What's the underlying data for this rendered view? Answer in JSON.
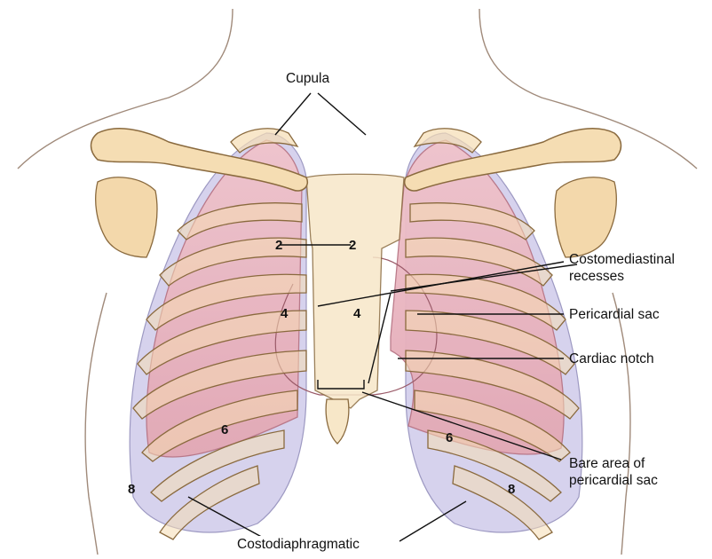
{
  "labels": {
    "cupula": "Cupula",
    "costomediastinal_line1": "Costomediastinal",
    "costomediastinal_line2": "recesses",
    "pericardial_sac": "Pericardial sac",
    "cardiac_notch": "Cardiac notch",
    "bare_area_line1": "Bare area of",
    "bare_area_line2": "pericardial sac",
    "costodiaphragmatic": "Costodiaphragmatic"
  },
  "rib_numbers": {
    "left_2": "2",
    "right_2": "2",
    "left_4": "4",
    "right_4": "4",
    "left_6": "6",
    "right_6": "6",
    "left_8": "8",
    "right_8": "8"
  },
  "colors": {
    "bone": "#f5ddb3",
    "bone_outline": "#8a6a3e",
    "lung": "#eab5c0",
    "pleura": "#c9c6e6",
    "body_outline": "#a08a7a"
  }
}
